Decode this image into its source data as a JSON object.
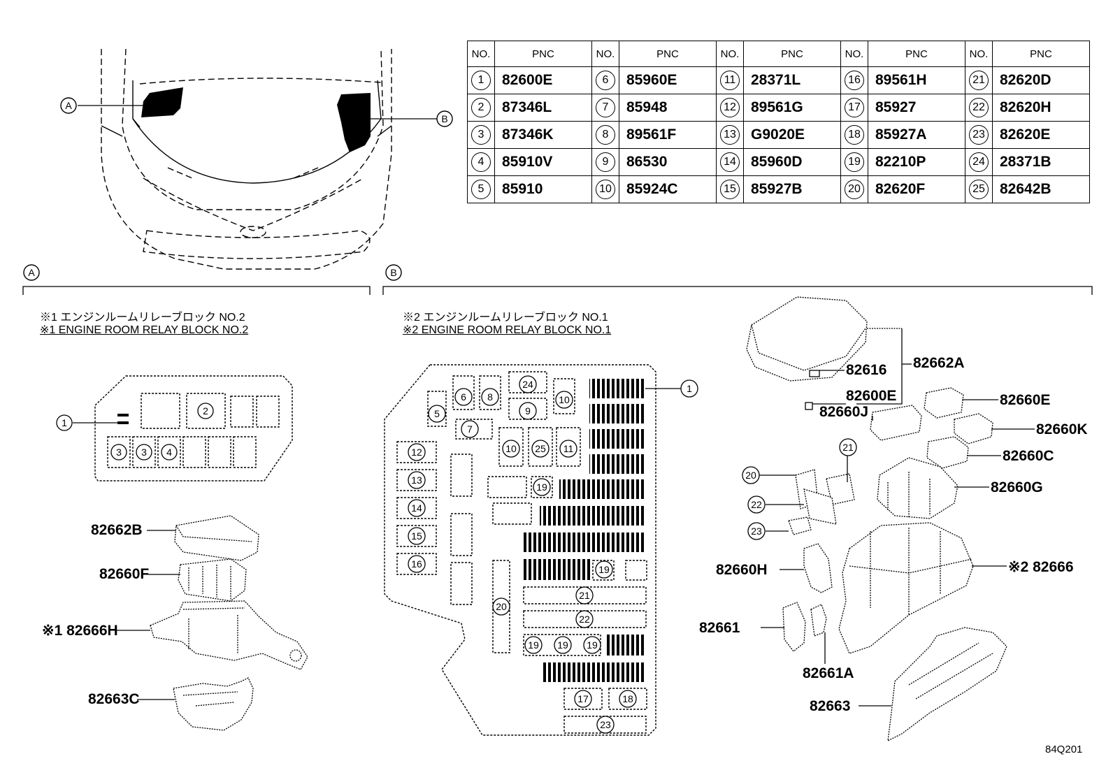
{
  "table": {
    "headers": {
      "no": "NO.",
      "pnc": "PNC"
    },
    "columns": [
      [
        {
          "no": "1",
          "pnc": "82600E"
        },
        {
          "no": "2",
          "pnc": "87346L"
        },
        {
          "no": "3",
          "pnc": "87346K"
        },
        {
          "no": "4",
          "pnc": "85910V"
        },
        {
          "no": "5",
          "pnc": "85910"
        }
      ],
      [
        {
          "no": "6",
          "pnc": "85960E"
        },
        {
          "no": "7",
          "pnc": "85948"
        },
        {
          "no": "8",
          "pnc": "89561F"
        },
        {
          "no": "9",
          "pnc": "86530"
        },
        {
          "no": "10",
          "pnc": "85924C"
        }
      ],
      [
        {
          "no": "11",
          "pnc": "28371L"
        },
        {
          "no": "12",
          "pnc": "89561G"
        },
        {
          "no": "13",
          "pnc": "G9020E"
        },
        {
          "no": "14",
          "pnc": "85960D"
        },
        {
          "no": "15",
          "pnc": "85927B"
        }
      ],
      [
        {
          "no": "16",
          "pnc": "89561H"
        },
        {
          "no": "17",
          "pnc": "85927"
        },
        {
          "no": "18",
          "pnc": "85927A"
        },
        {
          "no": "19",
          "pnc": "82210P"
        },
        {
          "no": "20",
          "pnc": "82620F"
        }
      ],
      [
        {
          "no": "21",
          "pnc": "82620D"
        },
        {
          "no": "22",
          "pnc": "82620H"
        },
        {
          "no": "23",
          "pnc": "82620E"
        },
        {
          "no": "24",
          "pnc": "28371B"
        },
        {
          "no": "25",
          "pnc": "82642B"
        }
      ]
    ]
  },
  "callouts": {
    "a": "A",
    "b": "B"
  },
  "section_a": {
    "title_jp": "※1 エンジンルームリレーブロック NO.2",
    "title_en": "※1 ENGINE ROOM RELAY BLOCK NO.2",
    "relay_labels": [
      "1",
      "2",
      "3",
      "3",
      "4"
    ],
    "parts": [
      "82662B",
      "82660F",
      "※1 82666H",
      "82663C"
    ]
  },
  "section_b": {
    "title_jp": "※2 エンジンルームリレーブロック NO.1",
    "title_en": "※2 ENGINE ROOM RELAY BLOCK NO.1",
    "block_labels": [
      "1",
      "5",
      "6",
      "8",
      "24",
      "9",
      "10",
      "7",
      "10",
      "25",
      "11",
      "12",
      "13",
      "14",
      "15",
      "16",
      "19",
      "19",
      "21",
      "22",
      "20",
      "19",
      "19",
      "19",
      "17",
      "18",
      "23"
    ],
    "parts": [
      "82662A",
      "82616",
      "82600E",
      "82660J",
      "82660E",
      "82660K",
      "82660C",
      "82660G",
      "※2 82666",
      "82660H",
      "82661",
      "82661A",
      "82663"
    ],
    "ref_circles": [
      "21",
      "20",
      "22",
      "23"
    ]
  },
  "figure_id": "84Q201"
}
